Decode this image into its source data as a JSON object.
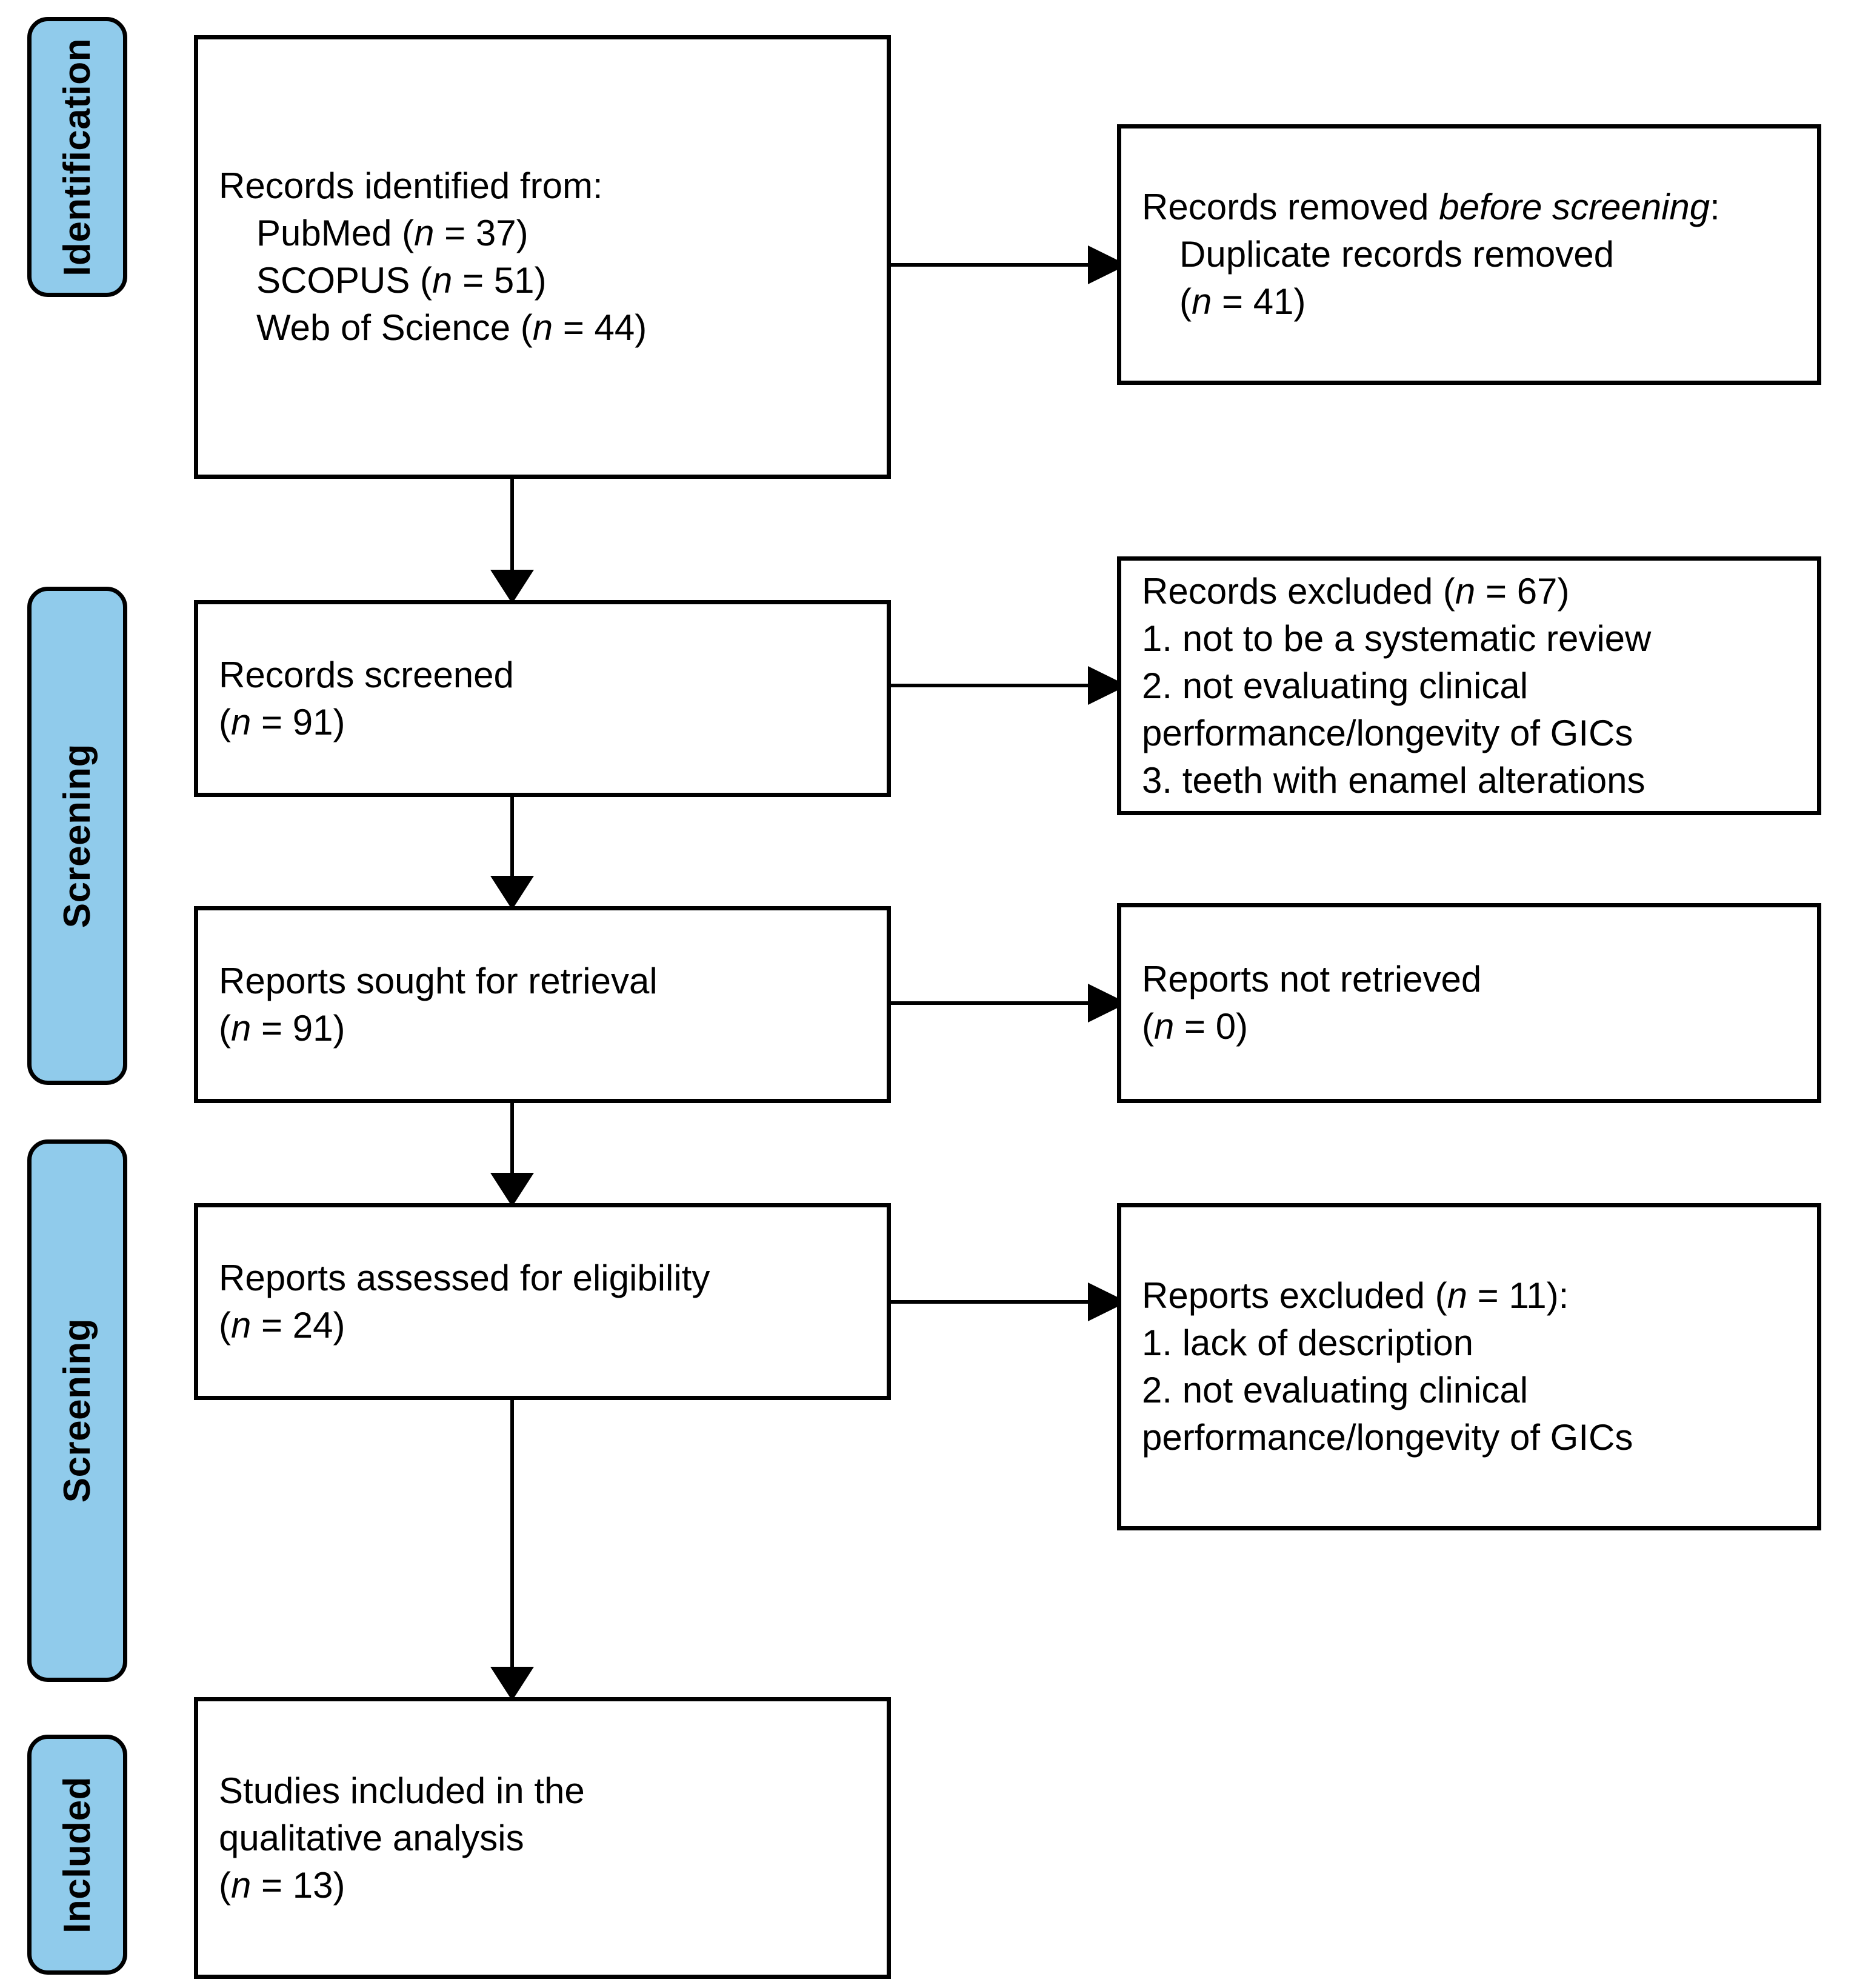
{
  "diagram": {
    "type": "prisma-flow-diagram",
    "accent_color": "#90cbeb",
    "border_color": "#000000",
    "background_color": "#ffffff"
  },
  "stages": [
    {
      "label": "Identification"
    },
    {
      "label": "Screening"
    },
    {
      "label": "Screening"
    },
    {
      "label": "Included"
    }
  ],
  "left_boxes": [
    {
      "name": "records-identified",
      "line1": "Records identified from:",
      "line2_source": "PubMed",
      "line2_n": "37",
      "line3_source": "SCOPUS",
      "line3_n": "51",
      "line4_source": "Web of Science",
      "line4_n": "44"
    },
    {
      "name": "records-screened",
      "line1": "Records screened",
      "n": "91"
    },
    {
      "name": "reports-sought-for-retrieval",
      "line1": "Reports sought for retrieval",
      "n": "91"
    },
    {
      "name": "reports-assessed-for-eligibility",
      "line1": "Reports assessed for eligibility",
      "n": "24"
    },
    {
      "name": "studies-included",
      "line1": "Studies included in the",
      "line2": "qualitative analysis",
      "n": "13"
    }
  ],
  "right_boxes": [
    {
      "name": "records-removed-before-screening",
      "heading_plain": "Records removed ",
      "heading_italic": "before screening",
      "heading_colon": ":",
      "item1": "Duplicate records removed",
      "item1_n": "41"
    },
    {
      "name": "records-excluded",
      "heading": "Records excluded (",
      "heading_n": "67",
      "heading_tail": ")",
      "reasons": [
        "1. not to be a systematic review",
        "2. not evaluating clinical",
        "performance/longevity of GICs",
        "3. teeth with enamel alterations"
      ]
    },
    {
      "name": "reports-not-retrieved",
      "line1": "Reports not retrieved",
      "n": "0"
    },
    {
      "name": "reports-excluded",
      "heading": "Reports excluded (",
      "heading_n": "11",
      "heading_tail": "):",
      "reasons": [
        "1. lack of description",
        "2. not evaluating clinical",
        "performance/longevity of GICs"
      ]
    }
  ],
  "symbols": {
    "n_symbol": "n",
    "equals": " = ",
    "open_paren": "(",
    "close_paren": ")"
  }
}
